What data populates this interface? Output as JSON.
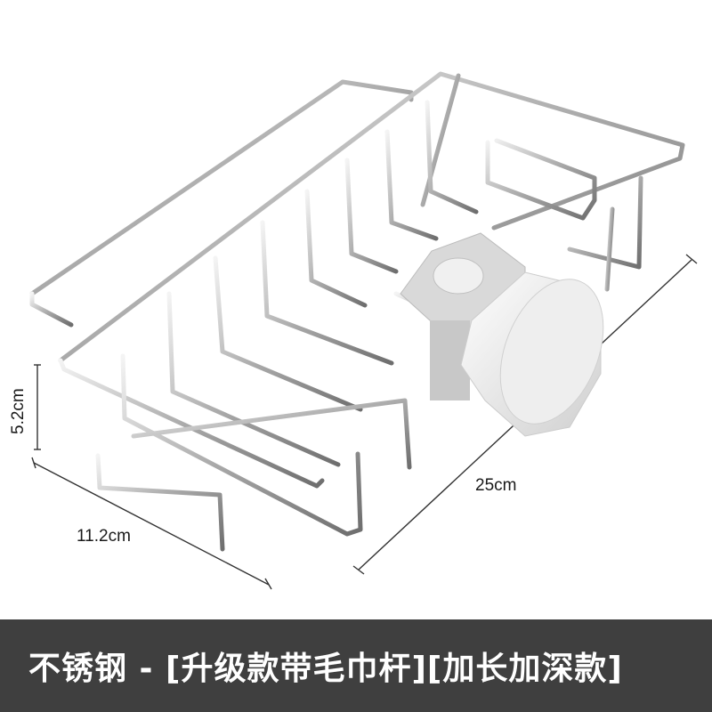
{
  "dimensions": {
    "height": "5.2cm",
    "width": "11.2cm",
    "length": "25cm"
  },
  "caption": "不锈钢 - [升级款带毛巾杆][加长加深款]",
  "colors": {
    "caption_background": "#3f3f3f",
    "caption_text": "#ffffff",
    "wire": "#c9c9c9",
    "clamp": "#e6e6e6"
  },
  "icons": [
    "stainless-steel-rack-illustration"
  ]
}
